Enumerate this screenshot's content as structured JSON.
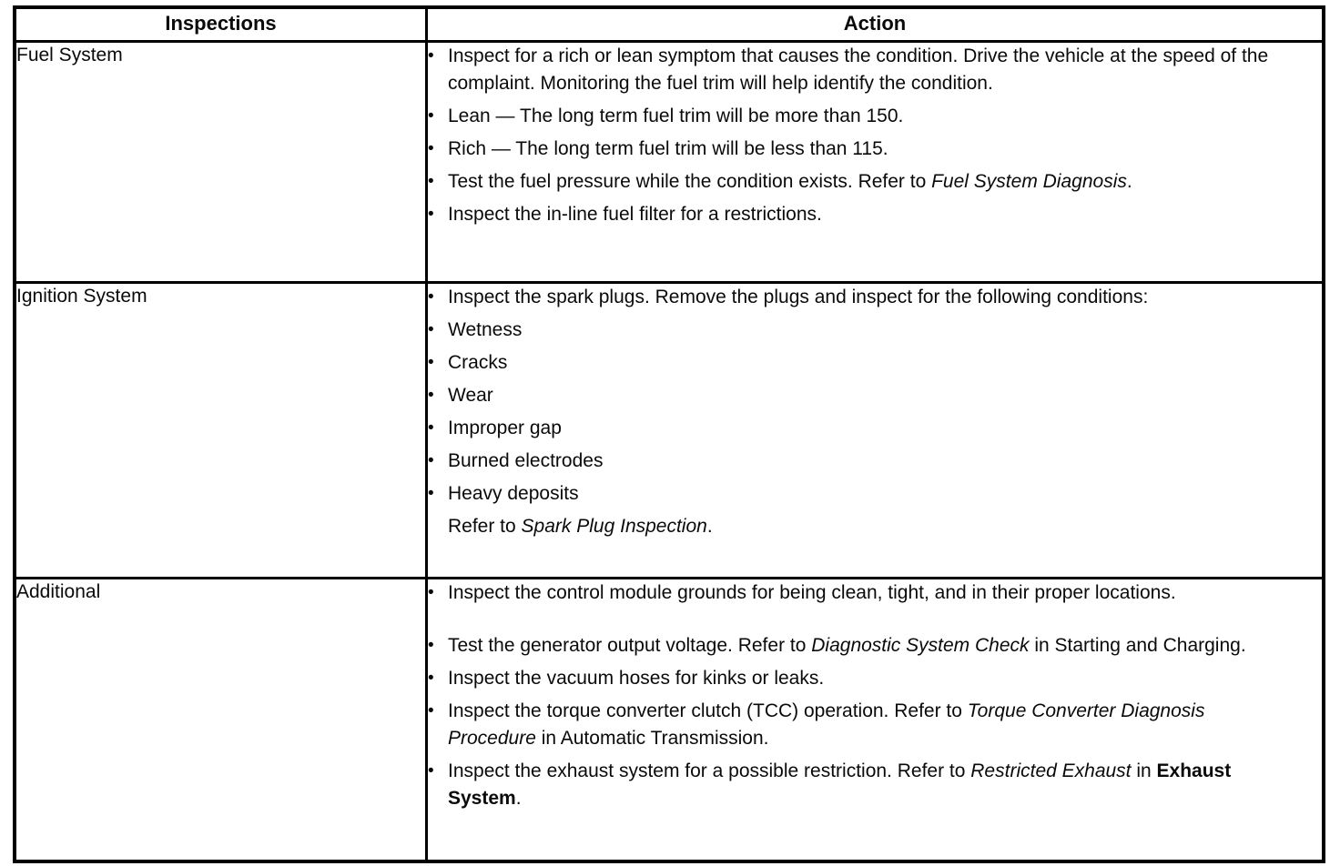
{
  "colors": {
    "background": "#ffffff",
    "border": "#000000",
    "text": "#0a0a0a"
  },
  "table": {
    "bullet_glyph": "•",
    "columns": [
      {
        "label": "Inspections"
      },
      {
        "label": "Action"
      }
    ],
    "rows": [
      {
        "inspection": "Fuel System",
        "actions": [
          {
            "bullet": true,
            "segments": [
              {
                "t": "Inspect for a rich or lean symptom that causes the condition. Drive the vehicle at the speed of the complaint. Monitoring the fuel trim will help identify the condition.",
                "s": "n"
              }
            ]
          },
          {
            "bullet": true,
            "segments": [
              {
                "t": "Lean — The long term fuel trim will be more than 150.",
                "s": "n"
              }
            ]
          },
          {
            "bullet": true,
            "segments": [
              {
                "t": "Rich — The long term fuel trim will be less than 115.",
                "s": "n"
              }
            ]
          },
          {
            "bullet": true,
            "segments": [
              {
                "t": "Test the fuel pressure while the condition exists. Refer to ",
                "s": "n"
              },
              {
                "t": "Fuel System Diagnosis",
                "s": "i"
              },
              {
                "t": ".",
                "s": "n"
              }
            ]
          },
          {
            "bullet": true,
            "segments": [
              {
                "t": "Inspect the in-line fuel filter for a restrictions.",
                "s": "n"
              }
            ]
          }
        ]
      },
      {
        "inspection": "Ignition System",
        "actions": [
          {
            "bullet": true,
            "segments": [
              {
                "t": "Inspect the spark plugs. Remove the plugs and inspect for the following conditions:",
                "s": "n"
              }
            ]
          },
          {
            "bullet": true,
            "segments": [
              {
                "t": "Wetness",
                "s": "n"
              }
            ]
          },
          {
            "bullet": true,
            "segments": [
              {
                "t": "Cracks",
                "s": "n"
              }
            ]
          },
          {
            "bullet": true,
            "segments": [
              {
                "t": "Wear",
                "s": "n"
              }
            ]
          },
          {
            "bullet": true,
            "segments": [
              {
                "t": "Improper gap",
                "s": "n"
              }
            ]
          },
          {
            "bullet": true,
            "segments": [
              {
                "t": "Burned electrodes",
                "s": "n"
              }
            ]
          },
          {
            "bullet": true,
            "segments": [
              {
                "t": "Heavy deposits",
                "s": "n"
              }
            ]
          },
          {
            "bullet": false,
            "segments": [
              {
                "t": "Refer to ",
                "s": "n"
              },
              {
                "t": "Spark Plug Inspection",
                "s": "i"
              },
              {
                "t": ".",
                "s": "n"
              }
            ]
          }
        ]
      },
      {
        "inspection": "Additional",
        "actions": [
          {
            "bullet": true,
            "segments": [
              {
                "t": "Inspect the control module grounds for being clean, tight, and in their proper locations.",
                "s": "n"
              }
            ]
          },
          {
            "bullet": true,
            "gap_before": true,
            "segments": [
              {
                "t": "Test the generator output voltage. Refer to ",
                "s": "n"
              },
              {
                "t": "Diagnostic System Check",
                "s": "i"
              },
              {
                "t": " in Starting and Charging.",
                "s": "n"
              }
            ]
          },
          {
            "bullet": true,
            "segments": [
              {
                "t": "Inspect the vacuum hoses for kinks or leaks.",
                "s": "n"
              }
            ]
          },
          {
            "bullet": true,
            "segments": [
              {
                "t": "Inspect the torque converter clutch (TCC) operation. Refer to ",
                "s": "n"
              },
              {
                "t": "Torque Converter Diagnosis Procedure",
                "s": "i"
              },
              {
                "t": " in Automatic Transmission.",
                "s": "n"
              }
            ]
          },
          {
            "bullet": true,
            "segments": [
              {
                "t": "Inspect the exhaust system for a possible restriction. Refer to ",
                "s": "n"
              },
              {
                "t": "Restricted Exhaust",
                "s": "i"
              },
              {
                "t": " in ",
                "s": "n"
              },
              {
                "t": "Exhaust System",
                "s": "b"
              },
              {
                "t": ".",
                "s": "n"
              }
            ]
          }
        ]
      }
    ]
  }
}
